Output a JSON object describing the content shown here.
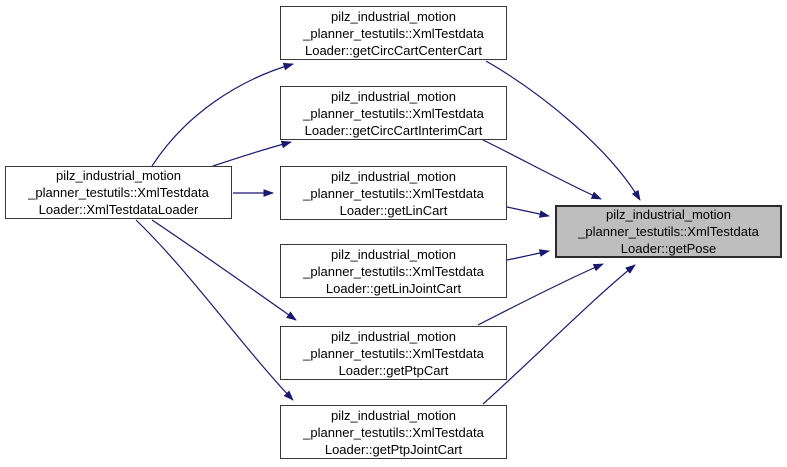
{
  "diagram": {
    "type": "doxygen-call-graph",
    "background_color": "#ffffff",
    "edge_color": "#191970",
    "node_fill": "#ffffff",
    "node_border_color": "#383838",
    "highlight_node_fill": "#bebebe",
    "text_color": "#000000",
    "nodes": [
      {
        "id": "xml-testdata-loader-ctor",
        "lines": [
          "pilz_industrial_motion",
          "_planner_testutils::XmlTestdata",
          "Loader::XmlTestdataLoader"
        ],
        "full_name": "pilz_industrial_motion_planner_testutils::XmlTestdataLoader::XmlTestdataLoader",
        "role": "normal"
      },
      {
        "id": "get-circ-cart-center-cart",
        "lines": [
          "pilz_industrial_motion",
          "_planner_testutils::XmlTestdata",
          "Loader::getCircCartCenterCart"
        ],
        "full_name": "pilz_industrial_motion_planner_testutils::XmlTestdataLoader::getCircCartCenterCart",
        "role": "normal"
      },
      {
        "id": "get-circ-cart-interim-cart",
        "lines": [
          "pilz_industrial_motion",
          "_planner_testutils::XmlTestdata",
          "Loader::getCircCartInterimCart"
        ],
        "full_name": "pilz_industrial_motion_planner_testutils::XmlTestdataLoader::getCircCartInterimCart",
        "role": "normal"
      },
      {
        "id": "get-lin-cart",
        "lines": [
          "pilz_industrial_motion",
          "_planner_testutils::XmlTestdata",
          "Loader::getLinCart"
        ],
        "full_name": "pilz_industrial_motion_planner_testutils::XmlTestdataLoader::getLinCart",
        "role": "normal"
      },
      {
        "id": "get-lin-joint-cart",
        "lines": [
          "pilz_industrial_motion",
          "_planner_testutils::XmlTestdata",
          "Loader::getLinJointCart"
        ],
        "full_name": "pilz_industrial_motion_planner_testutils::XmlTestdataLoader::getLinJointCart",
        "role": "normal"
      },
      {
        "id": "get-ptp-cart",
        "lines": [
          "pilz_industrial_motion",
          "_planner_testutils::XmlTestdata",
          "Loader::getPtpCart"
        ],
        "full_name": "pilz_industrial_motion_planner_testutils::XmlTestdataLoader::getPtpCart",
        "role": "normal"
      },
      {
        "id": "get-ptp-joint-cart",
        "lines": [
          "pilz_industrial_motion",
          "_planner_testutils::XmlTestdata",
          "Loader::getPtpJointCart"
        ],
        "full_name": "pilz_industrial_motion_planner_testutils::XmlTestdataLoader::getPtpJointCart",
        "role": "normal"
      },
      {
        "id": "get-pose",
        "lines": [
          "pilz_industrial_motion",
          "_planner_testutils::XmlTestdata",
          "Loader::getPose"
        ],
        "full_name": "pilz_industrial_motion_planner_testutils::XmlTestdataLoader::getPose",
        "role": "highlight"
      }
    ],
    "edges": [
      {
        "from": "xml-testdata-loader-ctor",
        "to": "get-circ-cart-center-cart"
      },
      {
        "from": "xml-testdata-loader-ctor",
        "to": "get-circ-cart-interim-cart"
      },
      {
        "from": "xml-testdata-loader-ctor",
        "to": "get-lin-cart"
      },
      {
        "from": "xml-testdata-loader-ctor",
        "to": "get-ptp-cart"
      },
      {
        "from": "xml-testdata-loader-ctor",
        "to": "get-ptp-joint-cart"
      },
      {
        "from": "get-circ-cart-center-cart",
        "to": "get-pose"
      },
      {
        "from": "get-circ-cart-interim-cart",
        "to": "get-pose"
      },
      {
        "from": "get-lin-cart",
        "to": "get-pose"
      },
      {
        "from": "get-lin-joint-cart",
        "to": "get-pose"
      },
      {
        "from": "get-ptp-cart",
        "to": "get-pose"
      },
      {
        "from": "get-ptp-joint-cart",
        "to": "get-pose"
      }
    ]
  }
}
